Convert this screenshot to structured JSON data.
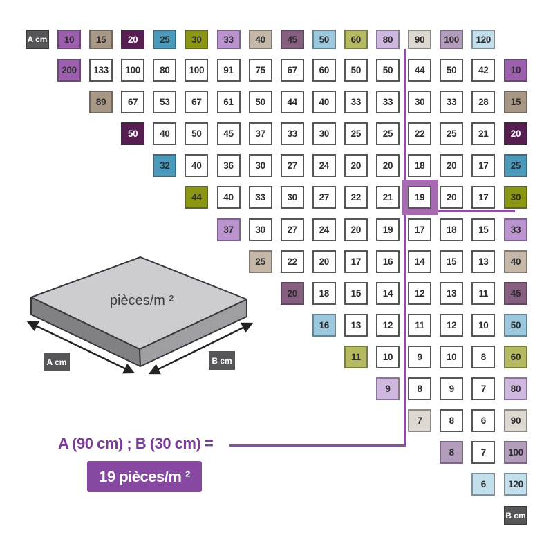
{
  "table": {
    "corner_label": "A cm",
    "b_corner_label": "B cm",
    "values": [
      10,
      15,
      20,
      25,
      30,
      33,
      40,
      45,
      50,
      60,
      80,
      90,
      100,
      120
    ],
    "value_colors": {
      "10": "#9c5fad",
      "15": "#a99786",
      "20": "#571e52",
      "25": "#4b9abc",
      "30": "#8b9613",
      "33": "#bb93cf",
      "40": "#c6b8a9",
      "45": "#855e80",
      "50": "#9cc8dd",
      "60": "#b5ba60",
      "80": "#cfb7e0",
      "90": "#ddd9d0",
      "100": "#b49dbc",
      "120": "#c3dfec"
    },
    "white_text_values": [
      20
    ],
    "rows": [
      {
        "b": 10,
        "values": [
          200,
          133,
          100,
          80,
          100,
          91,
          75,
          67,
          60,
          50,
          50,
          44,
          50,
          42
        ]
      },
      {
        "b": 15,
        "values": [
          89,
          67,
          53,
          67,
          61,
          50,
          44,
          40,
          33,
          33,
          30,
          33,
          28
        ]
      },
      {
        "b": 20,
        "values": [
          50,
          40,
          50,
          45,
          37,
          33,
          30,
          25,
          25,
          22,
          25,
          21
        ]
      },
      {
        "b": 25,
        "values": [
          32,
          40,
          36,
          30,
          27,
          24,
          20,
          20,
          18,
          20,
          17
        ]
      },
      {
        "b": 30,
        "values": [
          44,
          40,
          33,
          30,
          27,
          22,
          21,
          19,
          20,
          17
        ]
      },
      {
        "b": 33,
        "values": [
          37,
          30,
          27,
          24,
          20,
          19,
          17,
          18,
          15
        ]
      },
      {
        "b": 40,
        "values": [
          25,
          22,
          20,
          17,
          16,
          14,
          15,
          13
        ]
      },
      {
        "b": 45,
        "values": [
          20,
          18,
          15,
          14,
          12,
          13,
          11
        ]
      },
      {
        "b": 50,
        "values": [
          16,
          13,
          12,
          11,
          12,
          10
        ]
      },
      {
        "b": 60,
        "values": [
          11,
          10,
          9,
          10,
          8
        ]
      },
      {
        "b": 80,
        "values": [
          9,
          8,
          9,
          7
        ]
      },
      {
        "b": 90,
        "values": [
          7,
          8,
          6
        ]
      },
      {
        "b": 100,
        "values": [
          8,
          7
        ]
      },
      {
        "b": 120,
        "values": [
          6
        ]
      }
    ]
  },
  "highlight": {
    "a": 90,
    "b": 30,
    "value": 19
  },
  "illustration": {
    "surface_label": "pièces/m ²",
    "a_label": "A cm",
    "b_label": "B cm"
  },
  "answer": {
    "equation": "A (90 cm) ; B (30 cm) =",
    "result": "19 pièces/m ²"
  },
  "colors": {
    "accent_text": "#7b3b99",
    "accent_box": "#8748a1",
    "connector_line": "#8a4f9e",
    "highlight_ring": "#a76ab1",
    "dark_label_bg": "#565659"
  }
}
